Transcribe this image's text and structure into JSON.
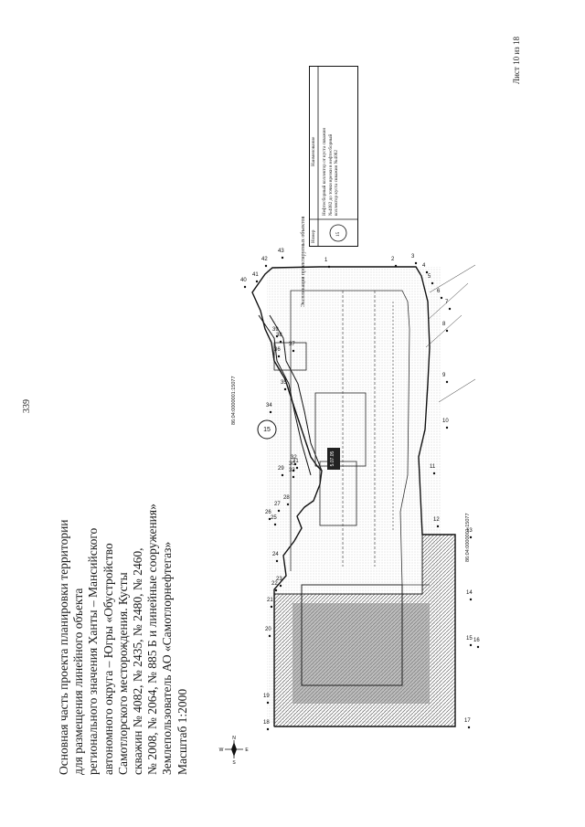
{
  "page_number": "339",
  "sheet_label": "Лист 10 из 18",
  "title_lines": [
    "Основная часть проекта планировки территории",
    "для размещения линейного объекта",
    "регионального значения Ханты – Мансийского",
    "автономного округа – Югры «Обустройство",
    "Самотлорского месторождения. Кусты",
    "скважин № 4082, № 2435, № 2480, № 2460,",
    "№ 2008, № 2064, № 885 Б и линейные сооружения»",
    "Землепользователь АО «Самотлорнефтегаз»",
    "Масштаб 1:2000"
  ],
  "legend": {
    "title": "Экспликация проектируемых объектов",
    "col_number": "Номер",
    "col_name": "Наименование",
    "row_number": "15",
    "row_name_lines": [
      "Нефтесборный коллектор от куста скважин",
      "№4082 до точки врезки в нефтесборный",
      "коллектор куста скважин №4082"
    ]
  },
  "map": {
    "object_label": "15",
    "cadastral_1": "86:04:0000001:15077",
    "cadastral_2": "86:04:0000001:15077",
    "area_label": "5.07.05",
    "compass_letters": [
      "N",
      "S",
      "W",
      "E"
    ],
    "point_labels": [
      "1",
      "2",
      "3",
      "4",
      "5",
      "6",
      "7",
      "8",
      "9",
      "10",
      "11",
      "12",
      "13",
      "14",
      "15",
      "16",
      "17",
      "18",
      "19",
      "20",
      "21",
      "22",
      "23",
      "24",
      "25",
      "26",
      "27",
      "28",
      "29",
      "30",
      "31",
      "32",
      "33",
      "34",
      "35",
      "36",
      "37",
      "38",
      "39",
      "40",
      "41",
      "42",
      "43"
    ]
  },
  "colors": {
    "ink": "#1a1a1a",
    "hatch": "#555555",
    "background": "#ffffff"
  }
}
